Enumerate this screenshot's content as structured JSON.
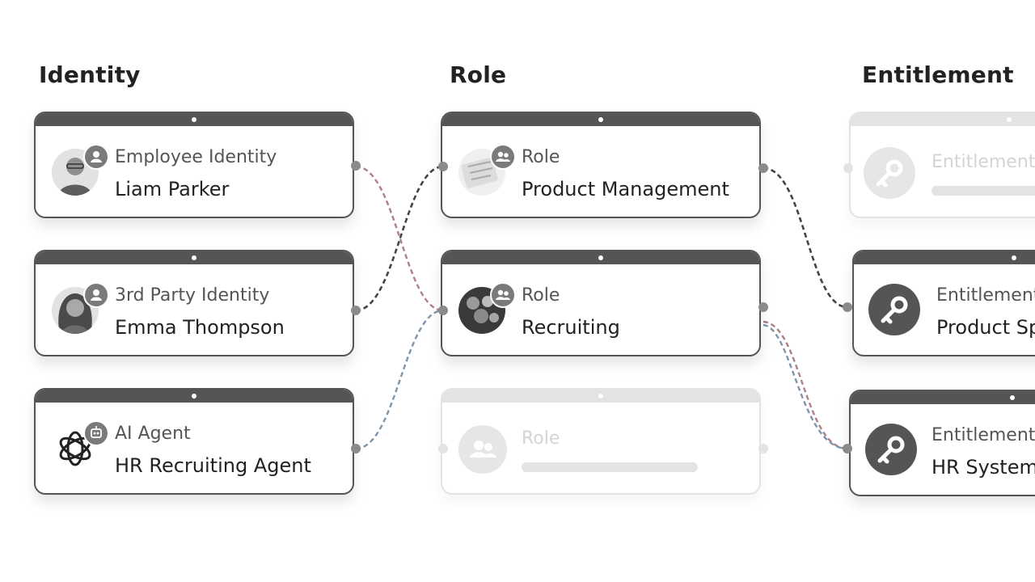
{
  "columns": {
    "identity": "Identity",
    "role": "Role",
    "entitlement": "Entitlement"
  },
  "identities": [
    {
      "type": "Employee Identity",
      "name": "Liam Parker",
      "icon": "person-photo"
    },
    {
      "type": "3rd Party Identity",
      "name": "Emma Thompson",
      "icon": "person-photo"
    },
    {
      "type": "AI Agent",
      "name": "HR Recruiting Agent",
      "icon": "openai-logo-icon"
    }
  ],
  "roles": [
    {
      "type": "Role",
      "name": "Product Management",
      "icon": "group-photo"
    },
    {
      "type": "Role",
      "name": "Recruiting",
      "icon": "group-photo"
    },
    {
      "type": "Role",
      "name": "",
      "icon": "people-icon",
      "placeholder": true
    }
  ],
  "entitlements": [
    {
      "type": "Entitlement",
      "name": "",
      "icon": "key-icon",
      "placeholder": true
    },
    {
      "type": "Entitlement",
      "name": "Product Sp",
      "icon": "key-icon"
    },
    {
      "type": "Entitlement",
      "name": "HR System",
      "icon": "key-icon"
    }
  ],
  "colors": {
    "card_border": "#555555",
    "placeholder": "#e3e3e3",
    "link_dark": "#444444",
    "link_red": "#b07f86",
    "link_blue": "#7e95ab"
  }
}
